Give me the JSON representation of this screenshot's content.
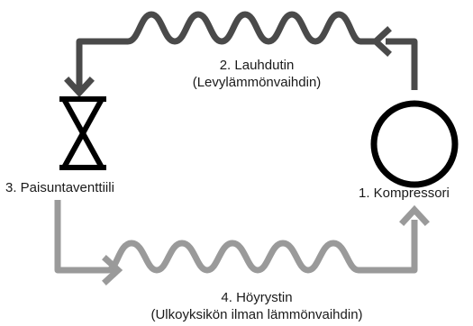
{
  "components": {
    "condenser": {
      "name": "2. Lauhdutin",
      "detail": "(Levylämmönvaihdin)"
    },
    "expansion_valve": {
      "name": "3. Paisuntaventtiili"
    },
    "compressor": {
      "name": "1. Kompressori"
    },
    "evaporator": {
      "name": "4. Höyrystin",
      "detail": "(Ulkoyksikön ilman lämmönvaihdin)"
    }
  },
  "colors": {
    "hot_line": "#3f3f3f",
    "cold_line": "#9a9a9a",
    "symbol": "#000000",
    "text": "#1a1a1a"
  }
}
